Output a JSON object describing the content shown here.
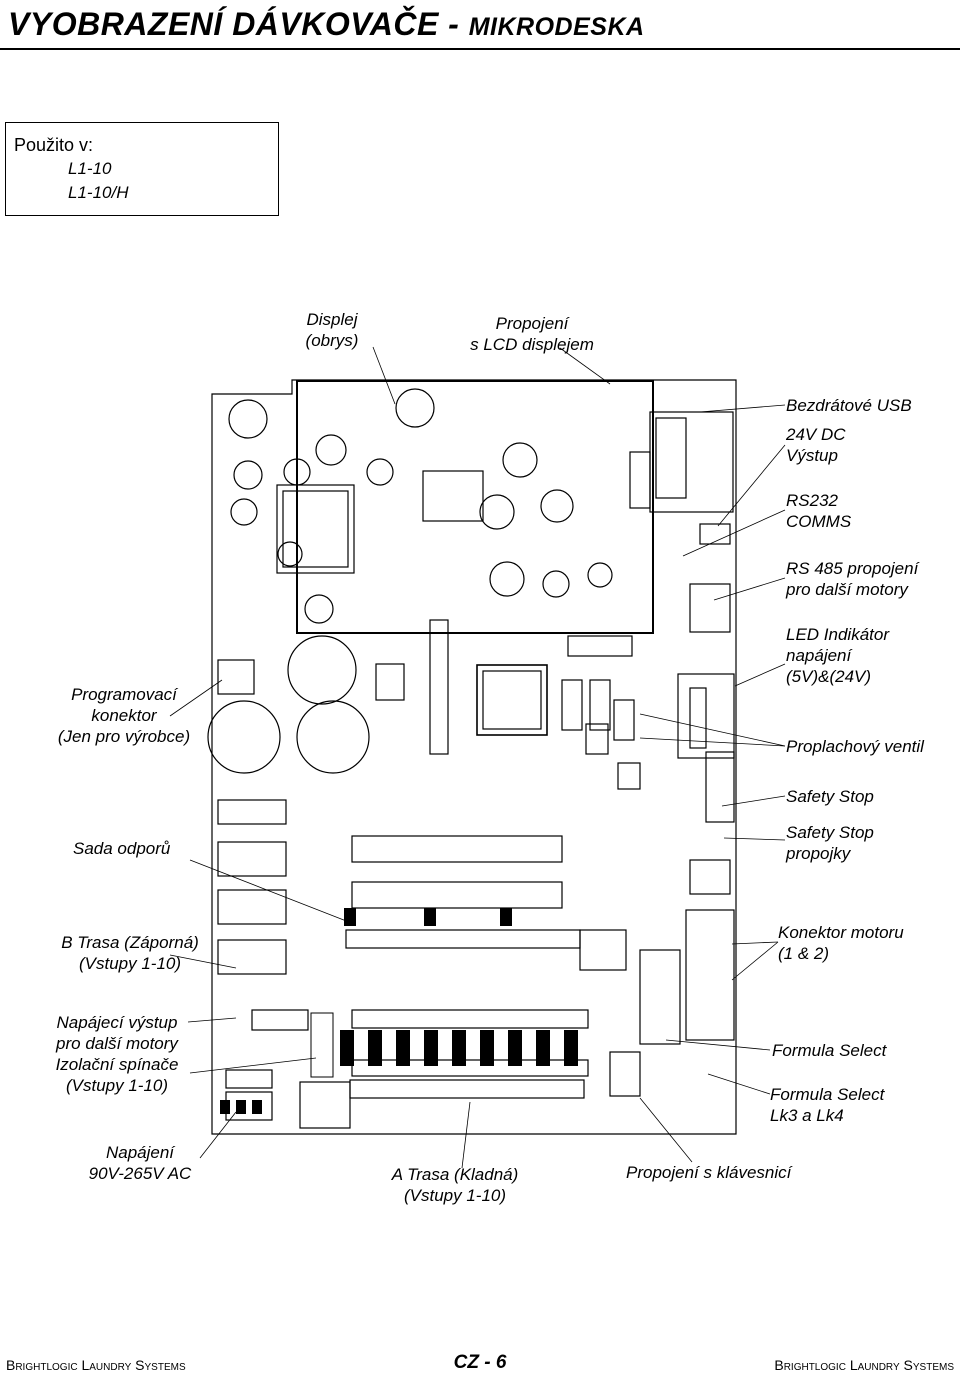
{
  "title": {
    "main": "VYOBRAZENÍ DÁVKOVAČE - ",
    "sub": "MIKRODESKA"
  },
  "used_in": {
    "label": "Použito v:",
    "model1": "L1-10",
    "model2": "L1-10/H"
  },
  "callouts": {
    "display": "Displej\n(obrys)",
    "lcd": "Propojení\ns LCD displejem",
    "usb": "Bezdrátové USB",
    "dc24": "24V DC\nVýstup",
    "rs232": "RS232\nCOMMS",
    "rs485": "RS 485 propojení\npro další motory",
    "led": "LED Indikátor\nnapájení\n(5V)&(24V)",
    "prog": "Programovací\nkonektor\n(Jen pro výrobce)",
    "flush": "Proplachový ventil",
    "safety": "Safety Stop",
    "safety_links": "Safety Stop\npropojky",
    "resistors": "Sada odporů",
    "brail": "B Trasa (Záporná)\n(Vstupy 1-10)",
    "motor_conn": "Konektor motoru\n(1 & 2)",
    "power_out": "Napájecí výstup\npro další motory",
    "isolation": "Izolační spínače\n(Vstupy 1-10)",
    "formula": "Formula Select",
    "formula_lk": "Formula Select\nLk3 a Lk4",
    "mains": "Napájení\n90V-265V AC",
    "arail": "A Trasa (Kladná)\n(Vstupy 1-10)",
    "keypad": "Propojení s klávesnicí"
  },
  "footer": {
    "left": "Brightlogic Laundry Systems",
    "page": "CZ - 6",
    "right": "Brightlogic Laundry Systems"
  }
}
